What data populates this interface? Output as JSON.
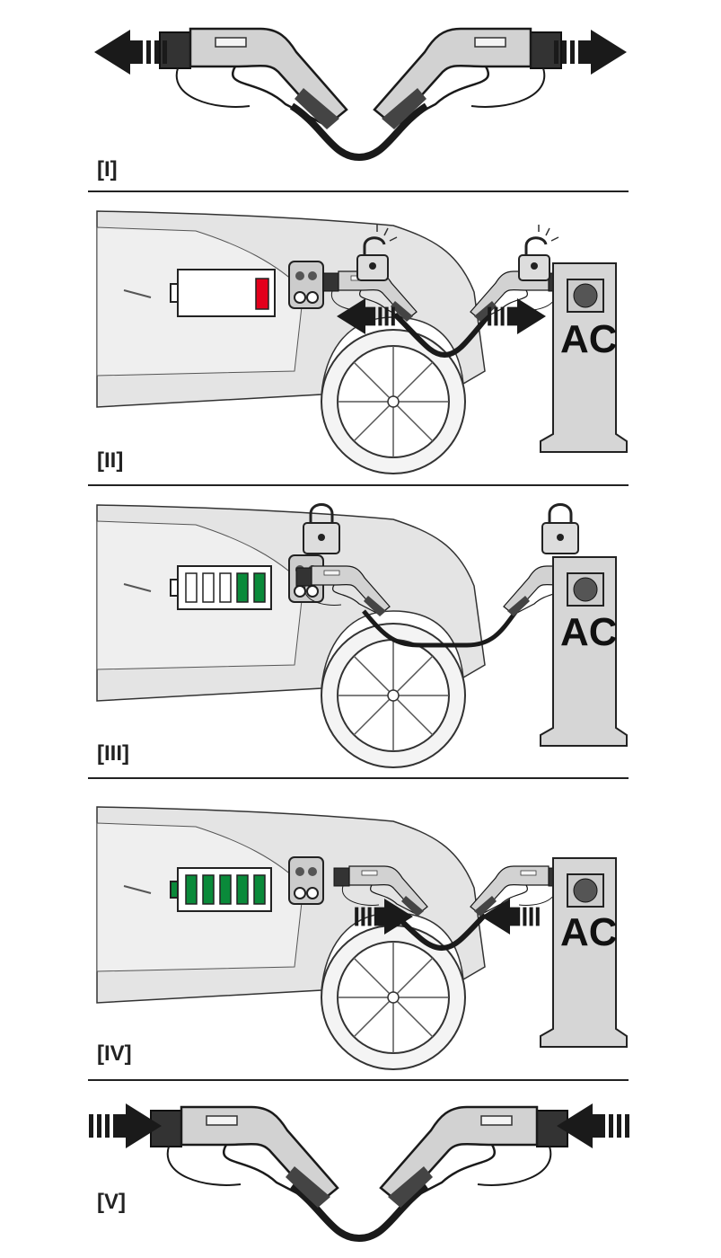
{
  "steps": [
    {
      "label": "[I]",
      "action": "unplug-both-ends",
      "arrows": "outward"
    },
    {
      "label": "[II]",
      "station_text": "AC",
      "lock_state": "unlocked",
      "battery_level": 0.2,
      "battery_color": "#e3001b",
      "arrows": "outward"
    },
    {
      "label": "[III]",
      "station_text": "AC",
      "lock_state": "locked",
      "battery_level": 0.4,
      "battery_color": "#0a8a3a"
    },
    {
      "label": "[IV]",
      "station_text": "AC",
      "battery_level": 1.0,
      "battery_color": "#0a8a3a",
      "arrows": "inward"
    },
    {
      "label": "[V]",
      "action": "plug-in-both-ends",
      "arrows": "inward"
    }
  ],
  "colors": {
    "car_body": "#e4e4e4",
    "plug_body": "#cfcfcf",
    "dark": "#222222",
    "divider": "#222222"
  }
}
